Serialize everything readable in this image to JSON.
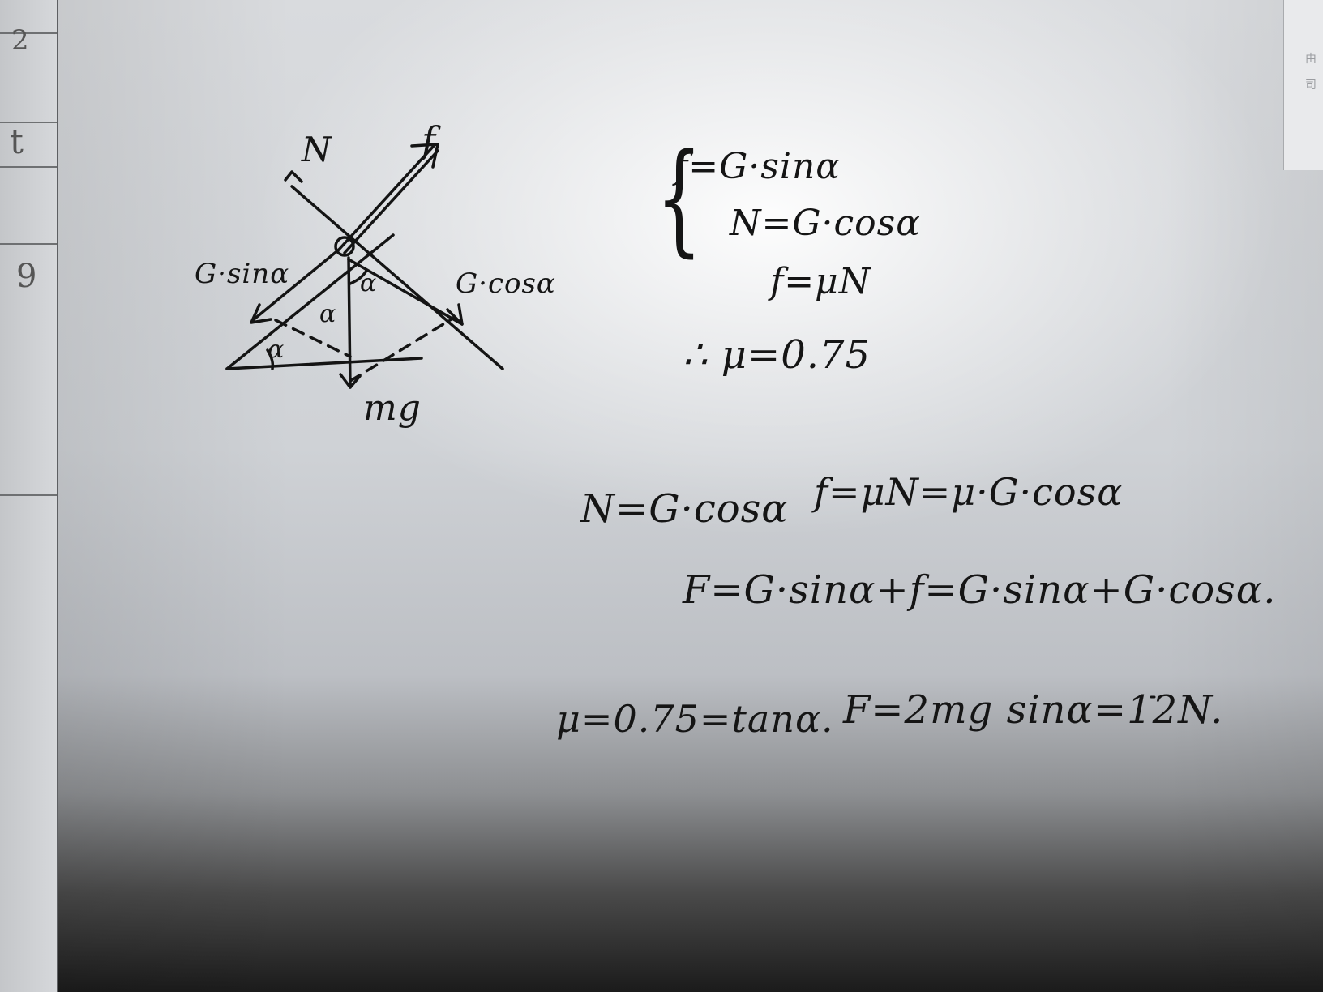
{
  "left_edge_fragments": [
    "2",
    "t",
    "9"
  ],
  "right_edge_fragments": [
    "由",
    "司"
  ],
  "diagram": {
    "labels": {
      "normal": "N",
      "friction": "f",
      "gravity": "mg",
      "component_parallel": "G·sinα",
      "component_perpendicular": "G·cosα",
      "angle_incline": "α",
      "angle_center": "α",
      "angle_right": "α"
    }
  },
  "equations": {
    "system": [
      "f=G·sinα",
      "N=G·cosα",
      "f=μN"
    ],
    "conclusion": "∴ μ=0.75",
    "line1_a": "N=G·cosα",
    "line1_b": "f=μN=μ·G·cosα",
    "line2": "F=G·sinα+f=G·sinα+G·cosα.",
    "line3_a": "μ=0.75=tanα.",
    "line3_b": "F=2mg sinα=12N."
  }
}
